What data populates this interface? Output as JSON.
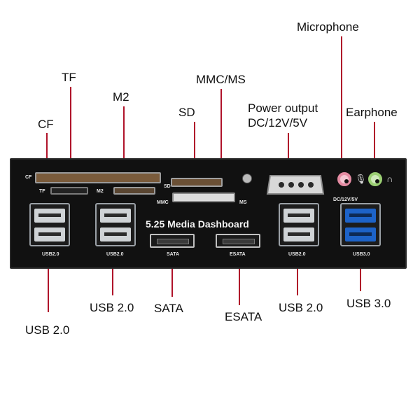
{
  "callouts": {
    "cf": "CF",
    "tf": "TF",
    "m2": "M2",
    "mmc_ms": "MMC/MS",
    "sd": "SD",
    "power_output_line1": "Power output",
    "power_output_line2": "DC/12V/5V",
    "microphone": "Microphone",
    "earphone": "Earphone",
    "usb20_a": "USB 2.0",
    "usb20_b": "USB 2.0",
    "sata": "SATA",
    "esata": "ESATA",
    "usb20_c": "USB 2.0",
    "usb30": "USB 3.0"
  },
  "panel": {
    "title": "5.25 Media Dashboard",
    "labels": {
      "cf": "CF",
      "tf": "TF",
      "m2": "M2",
      "sd": "SD",
      "mmc": "MMC",
      "ms": "MS",
      "dc": "DC/12V/5V",
      "usb_a": "USB2.0",
      "usb_b": "USB2.0",
      "sata": "SATA",
      "esata": "ESATA",
      "usb_c": "USB2.0",
      "usb3": "USB3.0"
    }
  },
  "colors": {
    "leader": "#b0132a",
    "usb3_blue": "#1d63c8",
    "mic_pink": "#e58ca3",
    "ear_green": "#9bcf73"
  },
  "icons": [
    "microphone-icon",
    "headphone-icon"
  ]
}
